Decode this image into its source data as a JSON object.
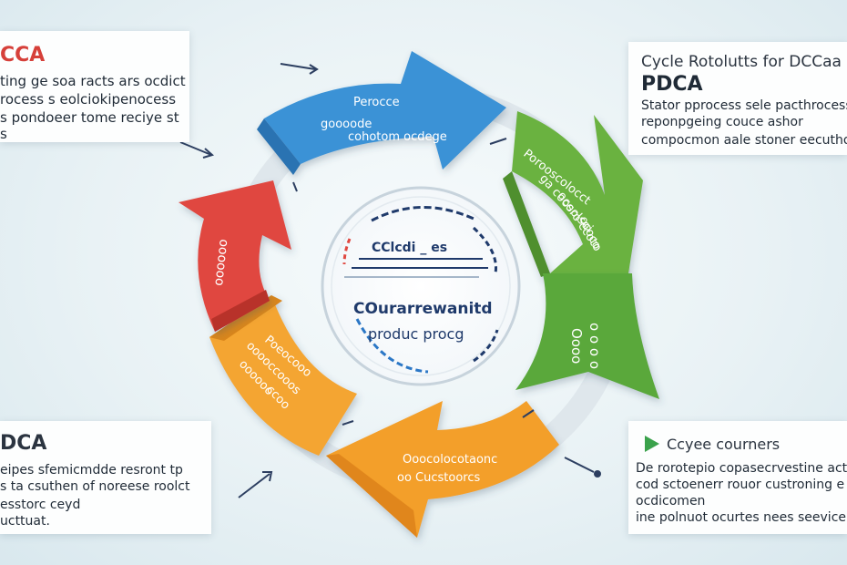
{
  "colors": {
    "blue": "#3b92d6",
    "green": "#5fa83b",
    "orange": "#f0a22a",
    "red": "#e0473f",
    "accent_red": "#d6403a",
    "navy": "#1f3a6b"
  },
  "panels": {
    "top_left": {
      "title": "CCA",
      "lines": [
        "ting ge soa racts ars ocdict",
        "rocess s eolciokipenocess",
        "s pondoeer tome reciye st",
        "s"
      ]
    },
    "top_right": {
      "title": "Cycle Rotolutts for DCCaa",
      "subtitle": "PDCA",
      "lines": [
        "Stator pprocess sele pacthrocess",
        "reponpgeing couce ashor",
        "compocmon aale stoner eecuthortiu"
      ]
    },
    "bottom_left": {
      "title": "DCA",
      "lines": [
        "eipes sfemicmdde resront tp",
        "s ta csuthen of noreese roolct",
        "esstorc ceyd",
        "ucttuat."
      ]
    },
    "bottom_right": {
      "title": "Ccyee courners",
      "lines": [
        "De rorotepio copasecrvestine act",
        "cod sctoenerr rouor custroning e",
        "ocdicomen",
        "ine polnuot ocurtes nees seevice"
      ]
    }
  },
  "arrows": {
    "blue": [
      "Perocce",
      "goooode",
      "cohotom ocdege"
    ],
    "green": [
      "Porooscolocct",
      "ga coosolsoi",
      "ocoro ccoto",
      "ococo"
    ],
    "green_lower": [
      "Oooo",
      "o o o o"
    ],
    "orange": [
      "Ooocolocotaonc",
      "oo Cucstoorcs"
    ],
    "yellow_left": [
      "Poeocooo",
      "ooooccooos",
      "oooooo",
      "ccoo"
    ],
    "red": [
      "oooooo"
    ]
  },
  "center": {
    "top_text": "CClcdi _ es",
    "main_line1": "COurarrewanitd",
    "main_line2": "produc procg"
  }
}
